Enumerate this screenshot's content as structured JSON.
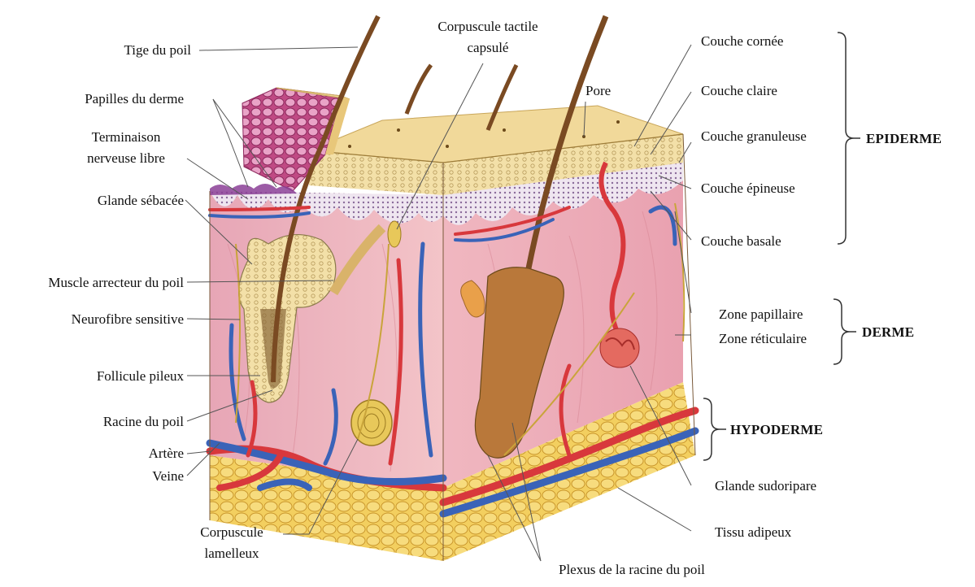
{
  "labels": {
    "tige": "Tige du poil",
    "papilles": "Papilles du derme",
    "terminaison_1": "Terminaison",
    "terminaison_2": "nerveuse libre",
    "glande_sebacee": "Glande sébacée",
    "muscle": "Muscle arrecteur du poil",
    "neurofibre": "Neurofibre sensitive",
    "follicule": "Follicule pileux",
    "racine": "Racine du poil",
    "artere": "Artère",
    "veine": "Veine",
    "corpuscule_lamelleux_1": "Corpuscule",
    "corpuscule_lamelleux_2": "lamelleux",
    "corpuscule_tactile_1": "Corpuscule tactile",
    "corpuscule_tactile_2": "capsulé",
    "pore": "Pore",
    "couche_cornee": "Couche cornée",
    "couche_claire": "Couche claire",
    "couche_granuleuse": "Couche granuleuse",
    "couche_epineuse": "Couche épineuse",
    "couche_basale": "Couche basale",
    "zone_papillaire": "Zone papillaire",
    "zone_reticulaire": "Zone réticulaire",
    "glande_sudoripare": "Glande sudoripare",
    "tissu_adipeux": "Tissu adipeux",
    "plexus": "Plexus de la racine du poil"
  },
  "groups": {
    "epiderme": "EPIDERME",
    "derme": "DERME",
    "hypoderme": "HYPODERME"
  },
  "colors": {
    "epidermis": "#f1d99a",
    "dermis": "#f0b9c0",
    "hypodermis": "#f4d36b",
    "artery": "#d8383c",
    "vein": "#3a63b8",
    "hair": "#7a4a22",
    "nerve": "#c9a43a",
    "leader_line": "#555555"
  }
}
